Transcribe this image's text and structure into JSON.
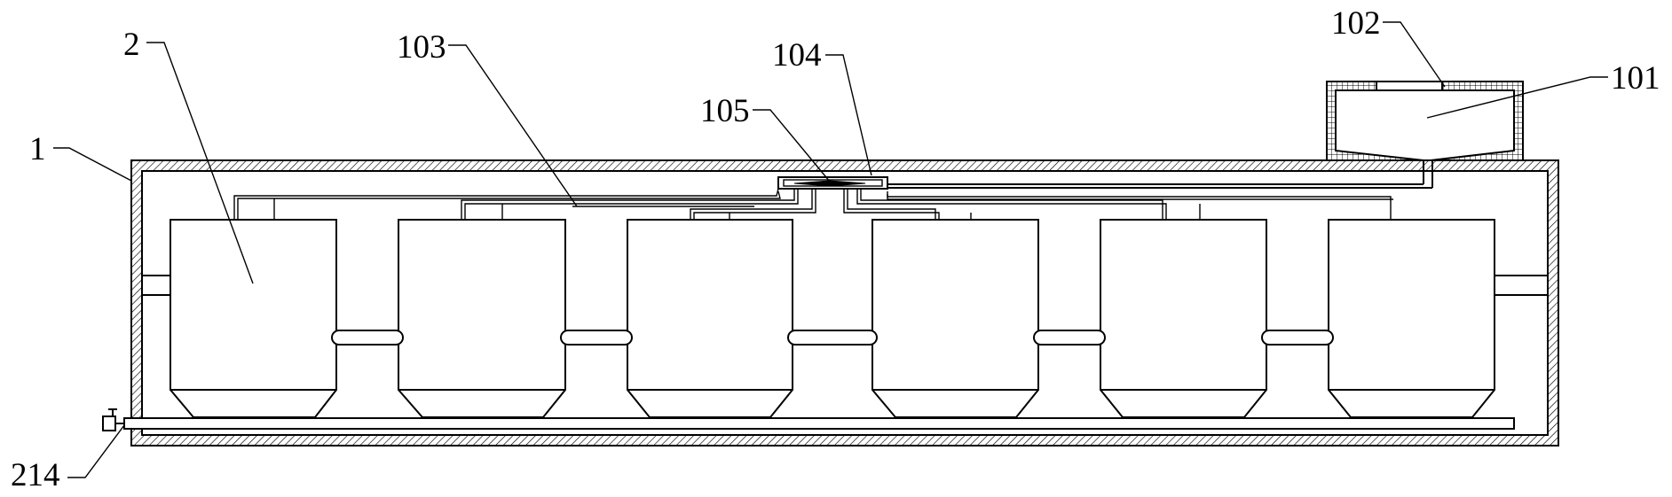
{
  "diagram": {
    "labels": {
      "housing": "1",
      "tank": "2",
      "hopper": "101",
      "hopper_lid": "102",
      "distribution_pipe": "103",
      "valve_box": "104",
      "valve_plate": "105",
      "drain_valve": "214"
    },
    "tank_count": 6
  }
}
